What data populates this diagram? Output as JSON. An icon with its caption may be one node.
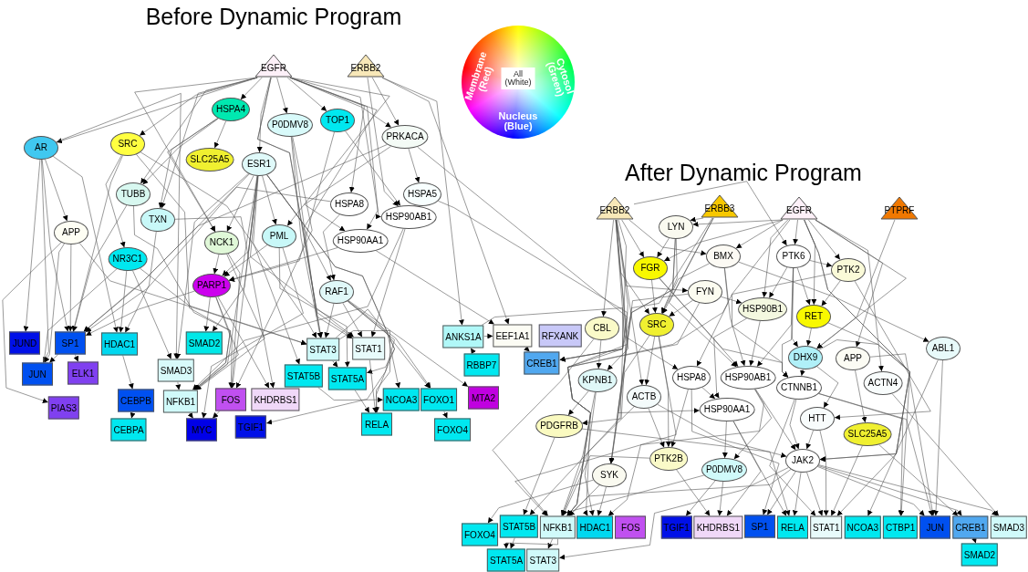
{
  "diagram": {
    "nodes": [
      {
        "text": [
          "EGFR"
        ]
      },
      {
        "text": [
          "ERBB2"
        ]
      },
      {
        "text": [
          "HSPA4"
        ]
      },
      {
        "text": [
          "P0DMV8"
        ]
      },
      {
        "text": [
          "TOP1"
        ]
      },
      {
        "text": [
          "AR"
        ]
      },
      {
        "text": [
          "SRC"
        ]
      },
      {
        "text": [
          "PRKACA"
        ]
      },
      {
        "text": [
          "SLC25A5"
        ]
      },
      {
        "text": [
          "ESR1"
        ]
      },
      {
        "text": [
          "HSPA5"
        ]
      },
      {
        "text": [
          "TUBB"
        ]
      },
      {
        "text": [
          "TXN"
        ]
      },
      {
        "text": [
          "HSPA8"
        ]
      },
      {
        "text": [
          "HSP90AB1"
        ]
      },
      {
        "text": [
          "APP"
        ]
      },
      {
        "text": [
          "NCK1"
        ]
      },
      {
        "text": [
          "PML"
        ]
      },
      {
        "text": [
          "HSP90AA1"
        ]
      },
      {
        "text": [
          "NR3C1"
        ]
      },
      {
        "text": [
          "PARP1"
        ]
      },
      {
        "text": [
          "RAF1"
        ]
      },
      {
        "text": [
          "JUND"
        ]
      },
      {
        "text": [
          "SP1"
        ]
      },
      {
        "text": [
          "HDAC1"
        ]
      },
      {
        "text": [
          "SMAD2"
        ]
      },
      {
        "text": [
          "STAT3"
        ]
      },
      {
        "text": [
          "STAT1"
        ]
      },
      {
        "text": [
          "ANKS1A"
        ]
      },
      {
        "text": [
          "EEF1A1"
        ]
      },
      {
        "text": [
          "RFXANK"
        ]
      },
      {
        "text": [
          "JUN"
        ]
      },
      {
        "text": [
          "ELK1"
        ]
      },
      {
        "text": [
          "SMAD3"
        ]
      },
      {
        "text": [
          "STAT5B"
        ]
      },
      {
        "text": [
          "STAT5A"
        ]
      },
      {
        "text": [
          "RBBP7"
        ]
      },
      {
        "text": [
          "CREB1"
        ]
      },
      {
        "text": [
          "CEBPB"
        ]
      },
      {
        "text": [
          "NFKB1"
        ]
      },
      {
        "text": [
          "FOS"
        ]
      },
      {
        "text": [
          "KHDRBS1"
        ]
      },
      {
        "text": [
          "NCOA3"
        ]
      },
      {
        "text": [
          "FOXO1"
        ]
      },
      {
        "text": [
          "MTA2"
        ]
      },
      {
        "text": [
          "PIAS3"
        ]
      },
      {
        "text": [
          "CEBPA"
        ]
      },
      {
        "text": [
          "MYC"
        ]
      },
      {
        "text": [
          "TGIF1"
        ]
      },
      {
        "text": [
          "RELA"
        ]
      },
      {
        "text": [
          "FOXO4"
        ]
      },
      {
        "text": [
          "ERBB2"
        ]
      },
      {
        "text": [
          "ERBB3"
        ]
      },
      {
        "text": [
          "EGFR"
        ]
      },
      {
        "text": [
          "PTPRF"
        ]
      },
      {
        "text": [
          "LYN"
        ]
      },
      {
        "text": [
          "BMX"
        ]
      },
      {
        "text": [
          "PTK6"
        ]
      },
      {
        "text": [
          "FGR"
        ]
      },
      {
        "text": [
          "PTK2"
        ]
      },
      {
        "text": [
          "FYN"
        ]
      },
      {
        "text": [
          "HSP90B1"
        ]
      },
      {
        "text": [
          "RET"
        ]
      },
      {
        "text": [
          "CBL"
        ]
      },
      {
        "text": [
          "SRC"
        ]
      },
      {
        "text": [
          "ABL1"
        ]
      },
      {
        "text": [
          "DHX9"
        ]
      },
      {
        "text": [
          "APP"
        ]
      },
      {
        "text": [
          "KPNB1"
        ]
      },
      {
        "text": [
          "HSPA8"
        ]
      },
      {
        "text": [
          "HSP90AB1"
        ]
      },
      {
        "text": [
          "CTNNB1"
        ]
      },
      {
        "text": [
          "ACTN4"
        ]
      },
      {
        "text": [
          "ACTB"
        ]
      },
      {
        "text": [
          "HSP90AA1"
        ]
      },
      {
        "text": [
          "HTT"
        ]
      },
      {
        "text": [
          "PDGFRB"
        ]
      },
      {
        "text": [
          "SLC25A5"
        ]
      },
      {
        "text": [
          "PTK2B"
        ]
      },
      {
        "text": [
          "JAK2"
        ]
      },
      {
        "text": [
          "P0DMV8"
        ]
      },
      {
        "text": [
          "SYK"
        ]
      },
      {
        "text": [
          "FOXO4"
        ]
      },
      {
        "text": [
          "STAT5B"
        ]
      },
      {
        "text": [
          "NFKB1"
        ]
      },
      {
        "text": [
          "HDAC1"
        ]
      },
      {
        "text": [
          "FOS"
        ]
      },
      {
        "text": [
          "TGIF1"
        ]
      },
      {
        "text": [
          "KHDRBS1"
        ]
      },
      {
        "text": [
          "SP1"
        ]
      },
      {
        "text": [
          "RELA"
        ]
      },
      {
        "text": [
          "STAT1"
        ]
      },
      {
        "text": [
          "NCOA3"
        ]
      },
      {
        "text": [
          "CTBP1"
        ]
      },
      {
        "text": [
          "JUN"
        ]
      },
      {
        "text": [
          "CREB1"
        ]
      },
      {
        "text": [
          "SMAD3"
        ]
      },
      {
        "text": [
          "STAT5A"
        ]
      },
      {
        "text": [
          "STAT3"
        ]
      },
      {
        "text": [
          "SMAD2"
        ]
      }
    ],
    "edges": [
      {
        "from": 0,
        "to": 5,
        "arrow": "to"
      },
      {
        "from": 0,
        "to": 6,
        "arrow": "to"
      },
      {
        "from": 0,
        "to": 2,
        "arrow": "to"
      },
      {
        "from": 0,
        "to": 3,
        "arrow": "to"
      },
      {
        "from": 0,
        "to": 4,
        "arrow": "to"
      },
      {
        "from": 0,
        "to": 7,
        "arrow": "to"
      },
      {
        "from": 0,
        "to": 9,
        "arrow": "to"
      },
      {
        "from": 0,
        "to": 13,
        "arrow": "to"
      },
      {
        "from": 0,
        "to": 14,
        "arrow": "to"
      },
      {
        "from": 0,
        "to": 18,
        "arrow": "to"
      },
      {
        "from": 0,
        "to": 17,
        "arrow": "to"
      },
      {
        "from": 0,
        "to": 16,
        "arrow": "to"
      },
      {
        "from": 0,
        "to": 11,
        "arrow": "to"
      },
      {
        "from": 0,
        "to": 12,
        "arrow": "to"
      },
      {
        "from": 0,
        "to": 21,
        "arrow": "to"
      },
      {
        "from": 0,
        "to": 26,
        "arrow": "to"
      },
      {
        "from": 0,
        "to": 27,
        "arrow": "to"
      },
      {
        "from": 1,
        "to": 7,
        "arrow": "to"
      },
      {
        "from": 1,
        "to": 28,
        "arrow": "to"
      },
      {
        "from": 1,
        "to": 29,
        "arrow": "to"
      },
      {
        "from": 1,
        "to": 14,
        "arrow": "to"
      },
      {
        "from": 2,
        "to": 8,
        "arrow": "to"
      },
      {
        "from": 2,
        "to": 11,
        "arrow": "to"
      },
      {
        "from": 2,
        "to": 12,
        "arrow": "to"
      },
      {
        "from": 2,
        "to": 16,
        "arrow": "to"
      },
      {
        "from": 5,
        "to": 22,
        "arrow": "to"
      },
      {
        "from": 5,
        "to": 23,
        "arrow": "to"
      },
      {
        "from": 5,
        "to": 31,
        "arrow": "to"
      },
      {
        "from": 5,
        "to": 15,
        "arrow": "to"
      },
      {
        "from": 5,
        "to": 24,
        "arrow": "to"
      },
      {
        "from": 5,
        "to": 33,
        "arrow": "to"
      },
      {
        "from": 6,
        "to": 19,
        "arrow": "to"
      },
      {
        "from": 6,
        "to": 26,
        "arrow": "to"
      },
      {
        "from": 6,
        "to": 39,
        "arrow": "to"
      },
      {
        "from": 6,
        "to": 23,
        "arrow": "to"
      },
      {
        "from": 4,
        "to": 20,
        "arrow": "to"
      },
      {
        "from": 4,
        "to": 14,
        "arrow": "to"
      },
      {
        "from": 3,
        "to": 40,
        "arrow": "to"
      },
      {
        "from": 3,
        "to": 26,
        "arrow": "to"
      },
      {
        "from": 3,
        "to": 27,
        "arrow": "to"
      },
      {
        "from": 7,
        "to": 10,
        "arrow": "to"
      },
      {
        "from": 7,
        "to": 18,
        "arrow": "to"
      },
      {
        "from": 7,
        "to": 37,
        "arrow": "to"
      },
      {
        "from": 7,
        "to": 23,
        "arrow": "to"
      },
      {
        "from": 9,
        "to": 16,
        "arrow": "to"
      },
      {
        "from": 9,
        "to": 17,
        "arrow": "to"
      },
      {
        "from": 9,
        "to": 20,
        "arrow": "to"
      },
      {
        "from": 9,
        "to": 26,
        "arrow": "to"
      },
      {
        "from": 9,
        "to": 27,
        "arrow": "to"
      },
      {
        "from": 9,
        "to": 34,
        "arrow": "to"
      },
      {
        "from": 9,
        "to": 35,
        "arrow": "to"
      },
      {
        "from": 9,
        "to": 39,
        "arrow": "to"
      },
      {
        "from": 9,
        "to": 33,
        "arrow": "to"
      },
      {
        "from": 9,
        "to": 25,
        "arrow": "to"
      },
      {
        "from": 9,
        "to": 23,
        "arrow": "to"
      },
      {
        "from": 9,
        "to": 40,
        "arrow": "to"
      },
      {
        "from": 9,
        "to": 49,
        "arrow": "to"
      },
      {
        "from": 13,
        "to": 21,
        "arrow": "to"
      },
      {
        "from": 13,
        "to": 23,
        "arrow": "to"
      },
      {
        "from": 14,
        "to": 27,
        "arrow": "to"
      },
      {
        "from": 14,
        "to": 39,
        "arrow": "to"
      },
      {
        "from": 10,
        "to": 37,
        "arrow": "to"
      },
      {
        "from": 11,
        "to": 23,
        "arrow": "to"
      },
      {
        "from": 11,
        "to": 39,
        "arrow": "to"
      },
      {
        "from": 12,
        "to": 24,
        "arrow": "to"
      },
      {
        "from": 12,
        "to": 41,
        "arrow": "to"
      },
      {
        "from": 15,
        "to": 23,
        "arrow": "to"
      },
      {
        "from": 15,
        "to": 31,
        "arrow": "to"
      },
      {
        "from": 15,
        "to": 45,
        "arrow": "to"
      },
      {
        "from": 15,
        "to": 26,
        "arrow": "to"
      },
      {
        "from": 16,
        "to": 20,
        "arrow": "to"
      },
      {
        "from": 16,
        "to": 40,
        "arrow": "to"
      },
      {
        "from": 16,
        "to": 39,
        "arrow": "to"
      },
      {
        "from": 17,
        "to": 20,
        "arrow": "to"
      },
      {
        "from": 17,
        "to": 47,
        "arrow": "to"
      },
      {
        "from": 17,
        "to": 35,
        "arrow": "to"
      },
      {
        "from": 18,
        "to": 29,
        "arrow": "to"
      },
      {
        "from": 18,
        "to": 20,
        "arrow": "to"
      },
      {
        "from": 19,
        "to": 24,
        "arrow": "to"
      },
      {
        "from": 19,
        "to": 33,
        "arrow": "to"
      },
      {
        "from": 19,
        "to": 26,
        "arrow": "to"
      },
      {
        "from": 19,
        "to": 31,
        "arrow": "to"
      },
      {
        "from": 20,
        "to": 25,
        "arrow": "to"
      },
      {
        "from": 20,
        "to": 39,
        "arrow": "to"
      },
      {
        "from": 20,
        "to": 40,
        "arrow": "to"
      },
      {
        "from": 20,
        "to": 41,
        "arrow": "to"
      },
      {
        "from": 20,
        "to": 23,
        "arrow": "to"
      },
      {
        "from": 21,
        "to": 26,
        "arrow": "to"
      },
      {
        "from": 21,
        "to": 27,
        "arrow": "to"
      },
      {
        "from": 21,
        "to": 42,
        "arrow": "to"
      },
      {
        "from": 21,
        "to": 43,
        "arrow": "to"
      },
      {
        "from": 21,
        "to": 44,
        "arrow": "to"
      },
      {
        "from": 21,
        "to": 48,
        "arrow": "to"
      },
      {
        "from": 23,
        "to": 31,
        "arrow": "to"
      },
      {
        "from": 23,
        "to": 32,
        "arrow": "to"
      },
      {
        "from": 24,
        "to": 38,
        "arrow": "to"
      },
      {
        "from": 38,
        "to": 46,
        "arrow": "to"
      },
      {
        "from": 40,
        "to": 47,
        "arrow": "to"
      },
      {
        "from": 39,
        "to": 47,
        "arrow": "to"
      },
      {
        "from": 26,
        "to": 35,
        "arrow": "to"
      },
      {
        "from": 26,
        "to": 49,
        "arrow": "to"
      },
      {
        "from": 27,
        "to": 49,
        "arrow": "to"
      },
      {
        "from": 35,
        "to": 49,
        "arrow": "to"
      },
      {
        "from": 43,
        "to": 50,
        "arrow": "to"
      },
      {
        "from": 36,
        "to": 28,
        "arrow": "to"
      },
      {
        "from": 28,
        "to": 29,
        "arrow": "to"
      },
      {
        "from": 28,
        "to": 37,
        "arrow": "to"
      },
      {
        "from": 29,
        "to": 37,
        "arrow": "to"
      },
      {
        "from": 34,
        "to": 42,
        "arrow": "to"
      },
      {
        "from": 26,
        "to": 43,
        "arrow": "to"
      },
      {
        "from": 33,
        "to": 39,
        "arrow": "to"
      },
      {
        "from": 51,
        "to": 58,
        "arrow": "to"
      },
      {
        "from": 51,
        "to": 60,
        "arrow": "to"
      },
      {
        "from": 51,
        "to": 63,
        "arrow": "to"
      },
      {
        "from": 51,
        "to": 64,
        "arrow": "to"
      },
      {
        "from": 51,
        "to": 68,
        "arrow": "to"
      },
      {
        "from": 51,
        "to": 73,
        "arrow": "to"
      },
      {
        "from": 51,
        "to": 56,
        "arrow": "to"
      },
      {
        "from": 51,
        "to": 57,
        "arrow": "to"
      },
      {
        "from": 51,
        "to": 76,
        "arrow": "to"
      },
      {
        "from": 51,
        "to": 84,
        "arrow": "to"
      },
      {
        "from": 51,
        "to": 83,
        "arrow": "to"
      },
      {
        "from": 51,
        "to": 69,
        "arrow": "to"
      },
      {
        "from": 52,
        "to": 55,
        "arrow": "to"
      },
      {
        "from": 52,
        "to": 64,
        "arrow": "to"
      },
      {
        "from": 52,
        "to": 70,
        "arrow": "to"
      },
      {
        "from": 52,
        "to": 74,
        "arrow": "to"
      },
      {
        "from": 53,
        "to": 55,
        "arrow": "to"
      },
      {
        "from": 53,
        "to": 56,
        "arrow": "to"
      },
      {
        "from": 53,
        "to": 57,
        "arrow": "to"
      },
      {
        "from": 53,
        "to": 58,
        "arrow": "to"
      },
      {
        "from": 53,
        "to": 59,
        "arrow": "to"
      },
      {
        "from": 53,
        "to": 61,
        "arrow": "to"
      },
      {
        "from": 53,
        "to": 62,
        "arrow": "to"
      },
      {
        "from": 53,
        "to": 66,
        "arrow": "to"
      },
      {
        "from": 53,
        "to": 67,
        "arrow": "to"
      },
      {
        "from": 53,
        "to": 71,
        "arrow": "to"
      },
      {
        "from": 53,
        "to": 72,
        "arrow": "to"
      },
      {
        "from": 53,
        "to": 79,
        "arrow": "to"
      },
      {
        "from": 53,
        "to": 91,
        "arrow": "to"
      },
      {
        "from": 54,
        "to": 66,
        "arrow": "to"
      },
      {
        "from": 55,
        "to": 58,
        "arrow": "to"
      },
      {
        "from": 55,
        "to": 64,
        "arrow": "to"
      },
      {
        "from": 55,
        "to": 81,
        "arrow": "to"
      },
      {
        "from": 55,
        "to": 84,
        "arrow": "to"
      },
      {
        "from": 56,
        "to": 64,
        "arrow": "to"
      },
      {
        "from": 56,
        "to": 65,
        "arrow": "to"
      },
      {
        "from": 56,
        "to": 69,
        "arrow": "to"
      },
      {
        "from": 56,
        "to": 70,
        "arrow": "to"
      },
      {
        "from": 57,
        "to": 59,
        "arrow": "to"
      },
      {
        "from": 57,
        "to": 61,
        "arrow": "to"
      },
      {
        "from": 57,
        "to": 70,
        "arrow": "to"
      },
      {
        "from": 57,
        "to": 66,
        "arrow": "to"
      },
      {
        "from": 57,
        "to": 71,
        "arrow": "to"
      },
      {
        "from": 57,
        "to": 62,
        "arrow": "to"
      },
      {
        "from": 58,
        "to": 64,
        "arrow": "to"
      },
      {
        "from": 58,
        "to": 71,
        "arrow": "to"
      },
      {
        "from": 58,
        "to": 70,
        "arrow": "to"
      },
      {
        "from": 59,
        "to": 62,
        "arrow": "to"
      },
      {
        "from": 59,
        "to": 75,
        "arrow": "to"
      },
      {
        "from": 59,
        "to": 84,
        "arrow": "to"
      },
      {
        "from": 60,
        "to": 64,
        "arrow": "to"
      },
      {
        "from": 60,
        "to": 61,
        "arrow": "to"
      },
      {
        "from": 60,
        "to": 81,
        "arrow": "to"
      },
      {
        "from": 60,
        "to": 85,
        "arrow": "to"
      },
      {
        "from": 61,
        "to": 70,
        "arrow": "to"
      },
      {
        "from": 61,
        "to": 74,
        "arrow": "to"
      },
      {
        "from": 62,
        "to": 66,
        "arrow": "to"
      },
      {
        "from": 62,
        "to": 79,
        "arrow": "to"
      },
      {
        "from": 63,
        "to": 68,
        "arrow": "to"
      },
      {
        "from": 63,
        "to": 84,
        "arrow": "to"
      },
      {
        "from": 64,
        "to": 73,
        "arrow": "to"
      },
      {
        "from": 64,
        "to": 81,
        "arrow": "to"
      },
      {
        "from": 64,
        "to": 84,
        "arrow": "to"
      },
      {
        "from": 64,
        "to": 78,
        "arrow": "to"
      },
      {
        "from": 65,
        "to": 94,
        "arrow": "to"
      },
      {
        "from": 65,
        "to": 92,
        "arrow": "to"
      },
      {
        "from": 66,
        "to": 71,
        "arrow": "to"
      },
      {
        "from": 66,
        "to": 75,
        "arrow": "to"
      },
      {
        "from": 66,
        "to": 93,
        "arrow": "to"
      },
      {
        "from": 67,
        "to": 77,
        "arrow": "to"
      },
      {
        "from": 67,
        "to": 94,
        "arrow": "to"
      },
      {
        "from": 72,
        "to": 96,
        "arrow": "to"
      },
      {
        "from": 68,
        "to": 76,
        "arrow": "to"
      },
      {
        "from": 68,
        "to": 84,
        "arrow": "to"
      },
      {
        "from": 68,
        "to": 85,
        "arrow": "to"
      },
      {
        "from": 69,
        "to": 74,
        "arrow": "to"
      },
      {
        "from": 69,
        "to": 78,
        "arrow": "to"
      },
      {
        "from": 69,
        "to": 89,
        "arrow": "to"
      },
      {
        "from": 70,
        "to": 79,
        "arrow": "to"
      },
      {
        "from": 70,
        "to": 80,
        "arrow": "to"
      },
      {
        "from": 70,
        "to": 85,
        "arrow": "to"
      },
      {
        "from": 71,
        "to": 79,
        "arrow": "to"
      },
      {
        "from": 71,
        "to": 91,
        "arrow": "to"
      },
      {
        "from": 71,
        "to": 94,
        "arrow": "to"
      },
      {
        "from": 71,
        "to": 93,
        "arrow": "to"
      },
      {
        "from": 73,
        "to": 78,
        "arrow": "to"
      },
      {
        "from": 73,
        "to": 84,
        "arrow": "to"
      },
      {
        "from": 73,
        "to": 79,
        "arrow": "to"
      },
      {
        "from": 74,
        "to": 80,
        "arrow": "to"
      },
      {
        "from": 74,
        "to": 88,
        "arrow": "to"
      },
      {
        "from": 74,
        "to": 90,
        "arrow": "to"
      },
      {
        "from": 75,
        "to": 79,
        "arrow": "to"
      },
      {
        "from": 75,
        "to": 91,
        "arrow": "to"
      },
      {
        "from": 76,
        "to": 83,
        "arrow": "to"
      },
      {
        "from": 76,
        "to": 90,
        "arrow": "to"
      },
      {
        "from": 77,
        "to": 91,
        "arrow": "to"
      },
      {
        "from": 77,
        "to": 95,
        "arrow": "to"
      },
      {
        "from": 78,
        "to": 88,
        "arrow": "to"
      },
      {
        "from": 78,
        "to": 84,
        "arrow": "to"
      },
      {
        "from": 79,
        "to": 84,
        "arrow": "to"
      },
      {
        "from": 79,
        "to": 89,
        "arrow": "to"
      },
      {
        "from": 79,
        "to": 90,
        "arrow": "to"
      },
      {
        "from": 79,
        "to": 91,
        "arrow": "to"
      },
      {
        "from": 79,
        "to": 94,
        "arrow": "to"
      },
      {
        "from": 79,
        "to": 95,
        "arrow": "to"
      },
      {
        "from": 79,
        "to": 96,
        "arrow": "to"
      },
      {
        "from": 79,
        "to": 98,
        "arrow": "to"
      },
      {
        "from": 80,
        "to": 87,
        "arrow": "to"
      },
      {
        "from": 80,
        "to": 88,
        "arrow": "to"
      },
      {
        "from": 80,
        "to": 84,
        "arrow": "to"
      },
      {
        "from": 81,
        "to": 84,
        "arrow": "to"
      },
      {
        "from": 81,
        "to": 82,
        "arrow": "to"
      },
      {
        "from": 81,
        "to": 85,
        "arrow": "to"
      },
      {
        "from": 83,
        "to": 97,
        "arrow": "to"
      },
      {
        "from": 84,
        "to": 98,
        "arrow": "to"
      },
      {
        "from": 84,
        "to": 97,
        "arrow": "to"
      },
      {
        "from": 95,
        "to": 99,
        "arrow": "to"
      }
    ],
    "labels": [
      "Before Dynamic Program",
      "Membrane (Red)",
      "All (White)",
      "Cytosol (Green)",
      "Nucleus (Blue)",
      "After Dynamic Program"
    ]
  }
}
